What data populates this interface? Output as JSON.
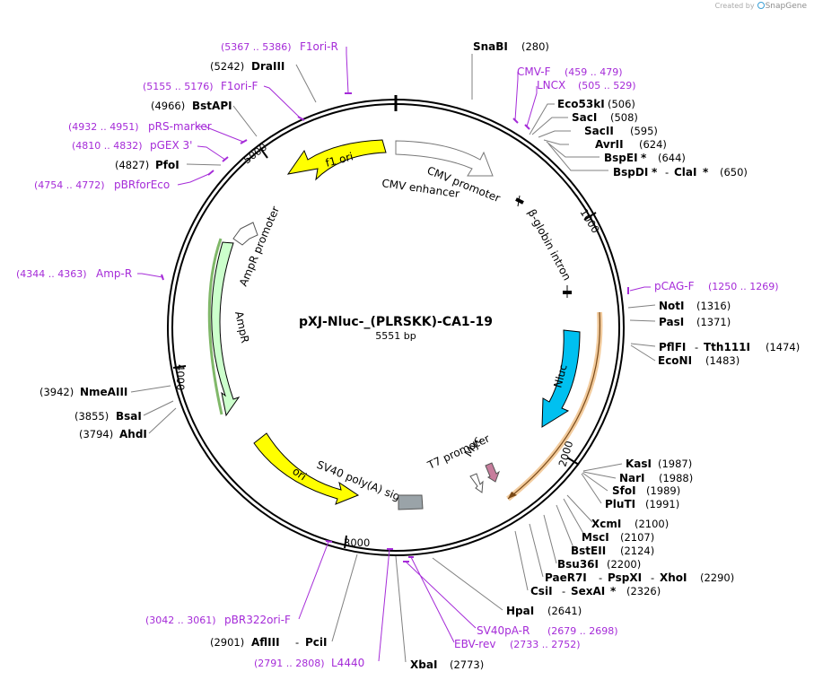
{
  "credit": {
    "prefix": "Created by",
    "brand": "SnapGene"
  },
  "plasmid": {
    "name": "pXJ-Nluc-_(PLRSKK)-CA1-19",
    "length": "5551 bp"
  },
  "ticks": [
    "1000",
    "2000",
    "3000",
    "4000",
    "5000"
  ],
  "features": {
    "f1_ori": "f1 ori",
    "cmv_promoter": "CMV promoter",
    "cmv_enhancer": "CMV enhancer",
    "beta_globin": "β-globin intron",
    "ampr_promoter": "AmpR promoter",
    "ampr": "AmpR",
    "nluc": "Nluc",
    "ori": "ori",
    "sv40": "SV40 poly(A) signal",
    "t7": "T7 promoter",
    "myc": "Myc"
  },
  "primers": {
    "f1ori_r": {
      "name": "F1ori-R",
      "range": "(5367 .. 5386)"
    },
    "f1ori_f": {
      "name": "F1ori-F",
      "range": "(5155 .. 5176)"
    },
    "prs_marker": {
      "name": "pRS-marker",
      "range": "(4932 .. 4951)"
    },
    "pgex3": {
      "name": "pGEX 3'",
      "range": "(4810 .. 4832)"
    },
    "pbrforeco": {
      "name": "pBRforEco",
      "range": "(4754 .. 4772)"
    },
    "ampr": {
      "name": "Amp-R",
      "range": "(4344 .. 4363)"
    },
    "cmvf": {
      "name": "CMV-F",
      "range": "(459 .. 479)"
    },
    "lncx": {
      "name": "LNCX",
      "range": "(505 .. 529)"
    },
    "pcagf": {
      "name": "pCAG-F",
      "range": "(1250 .. 1269)"
    },
    "sv40par": {
      "name": "SV40pA-R",
      "range": "(2679 .. 2698)"
    },
    "ebvrev": {
      "name": "EBV-rev",
      "range": "(2733 .. 2752)"
    },
    "l4440": {
      "name": "L4440",
      "range": "(2791 .. 2808)"
    },
    "pbr322": {
      "name": "pBR322ori-F",
      "range": "(3042 .. 3061)"
    }
  },
  "sites": {
    "snabi": {
      "name": "SnaBI",
      "pos": "(280)"
    },
    "eco53ki": {
      "name": "Eco53kI",
      "pos": "(506)"
    },
    "saci": {
      "name": "SacI",
      "pos": "(508)"
    },
    "sacii": {
      "name": "SacII",
      "pos": "(595)"
    },
    "avrii": {
      "name": "AvrII",
      "pos": "(624)"
    },
    "bspei": {
      "name": "BspEI",
      "star": "*",
      "pos": "(644)"
    },
    "bspdi": {
      "name": "BspDI",
      "star": "*",
      "sep": "-",
      "name2": "ClaI",
      "star2": "*",
      "pos": "(650)"
    },
    "noti": {
      "name": "NotI",
      "pos": "(1316)"
    },
    "pasi": {
      "name": "PasI",
      "pos": "(1371)"
    },
    "pflfi": {
      "name": "PflFI",
      "sep": "-",
      "name2": "Tth111I",
      "pos": "(1474)"
    },
    "econi": {
      "name": "EcoNI",
      "pos": "(1483)"
    },
    "kasi": {
      "name": "KasI",
      "pos": "(1987)"
    },
    "nari": {
      "name": "NarI",
      "pos": "(1988)"
    },
    "sfoi": {
      "name": "SfoI",
      "pos": "(1989)"
    },
    "pluti": {
      "name": "PluTI",
      "pos": "(1991)"
    },
    "xcmi": {
      "name": "XcmI",
      "pos": "(2100)"
    },
    "msci": {
      "name": "MscI",
      "pos": "(2107)"
    },
    "bsteii": {
      "name": "BstEII",
      "pos": "(2124)"
    },
    "bsu36i": {
      "name": "Bsu36I",
      "pos": "(2200)"
    },
    "paer7i": {
      "name": "PaeR7I",
      "sep": "-",
      "name2": "PspXI",
      "sep2": "-",
      "name3": "XhoI",
      "pos": "(2290)"
    },
    "csii": {
      "name": "CsiI",
      "sep": "-",
      "name2": "SexAI",
      "star2": "*",
      "pos": "(2326)"
    },
    "hpai": {
      "name": "HpaI",
      "pos": "(2641)"
    },
    "xbai": {
      "name": "XbaI",
      "pos": "(2773)"
    },
    "afliii": {
      "name": "AflIII",
      "sep": "-",
      "name2": "PciI",
      "pos": "(2901)"
    },
    "ahdi": {
      "name": "AhdI",
      "pos": "(3794)"
    },
    "bsai": {
      "name": "BsaI",
      "pos": "(3855)"
    },
    "nmeaiii": {
      "name": "NmeAIII",
      "pos": "(3942)"
    },
    "pfoi": {
      "name": "PfoI",
      "pos": "(4827)"
    },
    "bstapi": {
      "name": "BstAPI",
      "pos": "(4966)"
    },
    "draiii": {
      "name": "DraIII",
      "pos": "(5242)"
    }
  },
  "colors": {
    "f1_ori": "#ffff00",
    "ori": "#ffff00",
    "nluc": "#00c0f0",
    "ampr": "#ccffcc",
    "ampr_highlight": "#4a9a2a",
    "orf_highlight": "#e8a14d",
    "primer": "#a52bd8",
    "sv40": "#9aa3a8",
    "myc": "#c77d9c"
  }
}
